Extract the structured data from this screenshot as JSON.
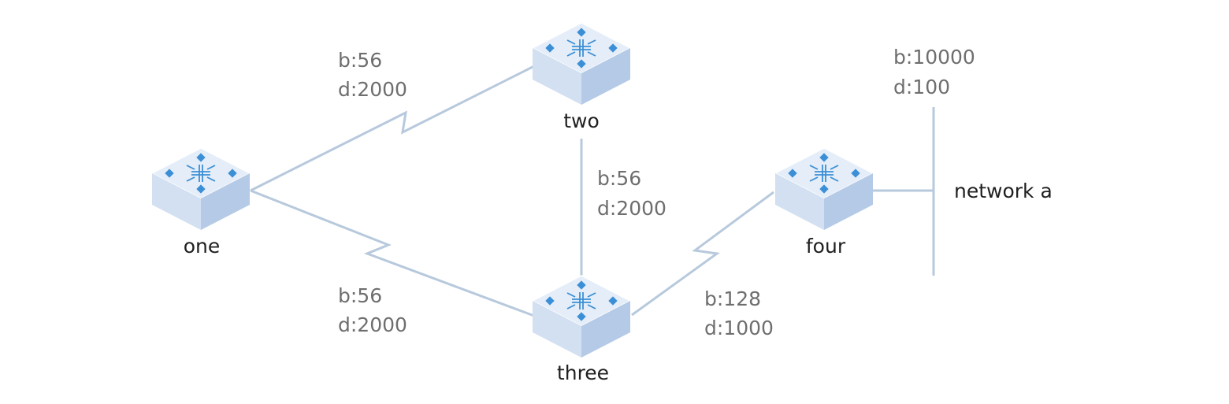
{
  "colors": {
    "link": "#b7c9dc",
    "router_top": "#e4edf8",
    "router_left": "#d2e0f1",
    "router_right": "#b4cae6",
    "router_icon": "#3b8fd6",
    "node_label": "#1f1f1f",
    "metric_text": "#6e6e6e"
  },
  "nodes": {
    "one": {
      "label": "one",
      "icon": "router-icon"
    },
    "two": {
      "label": "two",
      "icon": "router-icon"
    },
    "three": {
      "label": "three",
      "icon": "router-icon"
    },
    "four": {
      "label": "four",
      "icon": "router-icon"
    },
    "network_a": {
      "label": "network a"
    }
  },
  "links": {
    "one_two": {
      "b": "b:56",
      "d": "d:2000",
      "style": "serial"
    },
    "one_three": {
      "b": "b:56",
      "d": "d:2000",
      "style": "serial"
    },
    "two_three": {
      "b": "b:56",
      "d": "d:2000",
      "style": "ethernet"
    },
    "three_four": {
      "b": "b:128",
      "d": "d:1000",
      "style": "serial"
    },
    "four_network_a": {
      "b": "b:10000",
      "d": "d:100",
      "style": "ethernet"
    }
  }
}
